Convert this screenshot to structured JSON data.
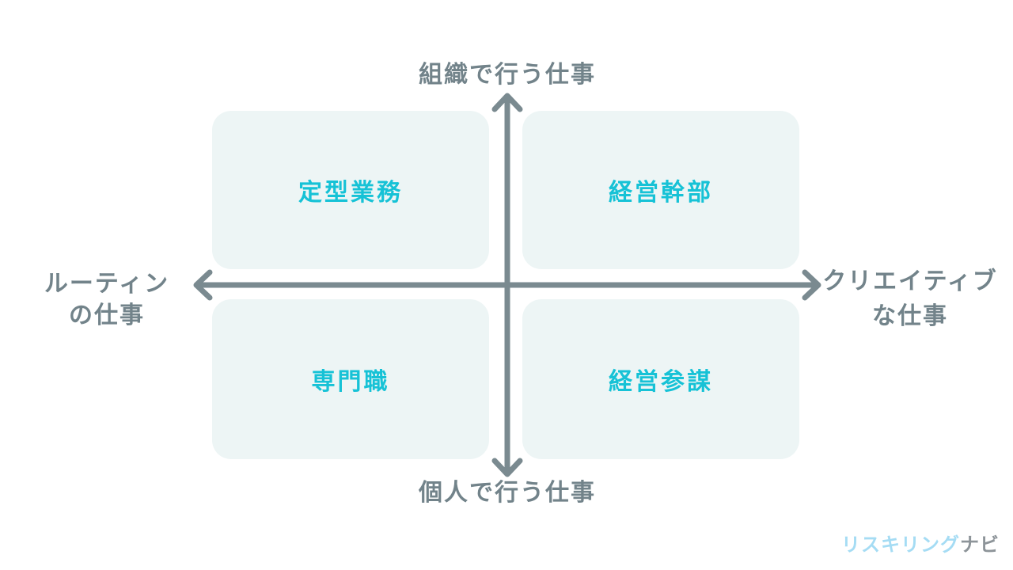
{
  "colors": {
    "background": "#ffffff",
    "axis": "#7a8a90",
    "axis_label": "#72838a",
    "quadrant_bg": "#edf5f5",
    "quadrant_text": "#16c2d6",
    "logo_primary": "#a5dcf4",
    "logo_secondary": "#8d9499"
  },
  "diagram": {
    "type": "quadrant-matrix",
    "axes": {
      "top": "組織で行う仕事",
      "bottom": "個人で行う仕事",
      "left_line1": "ルーティン",
      "left_line2": "の仕事",
      "right_line1": "クリエイティブ",
      "right_line2": "な仕事"
    },
    "quadrants": {
      "top_left": "定型業務",
      "top_right": "経営幹部",
      "bottom_left": "専門職",
      "bottom_right": "経営参謀"
    }
  },
  "logo": {
    "part1": "リスキリング",
    "part2": "ナビ"
  }
}
